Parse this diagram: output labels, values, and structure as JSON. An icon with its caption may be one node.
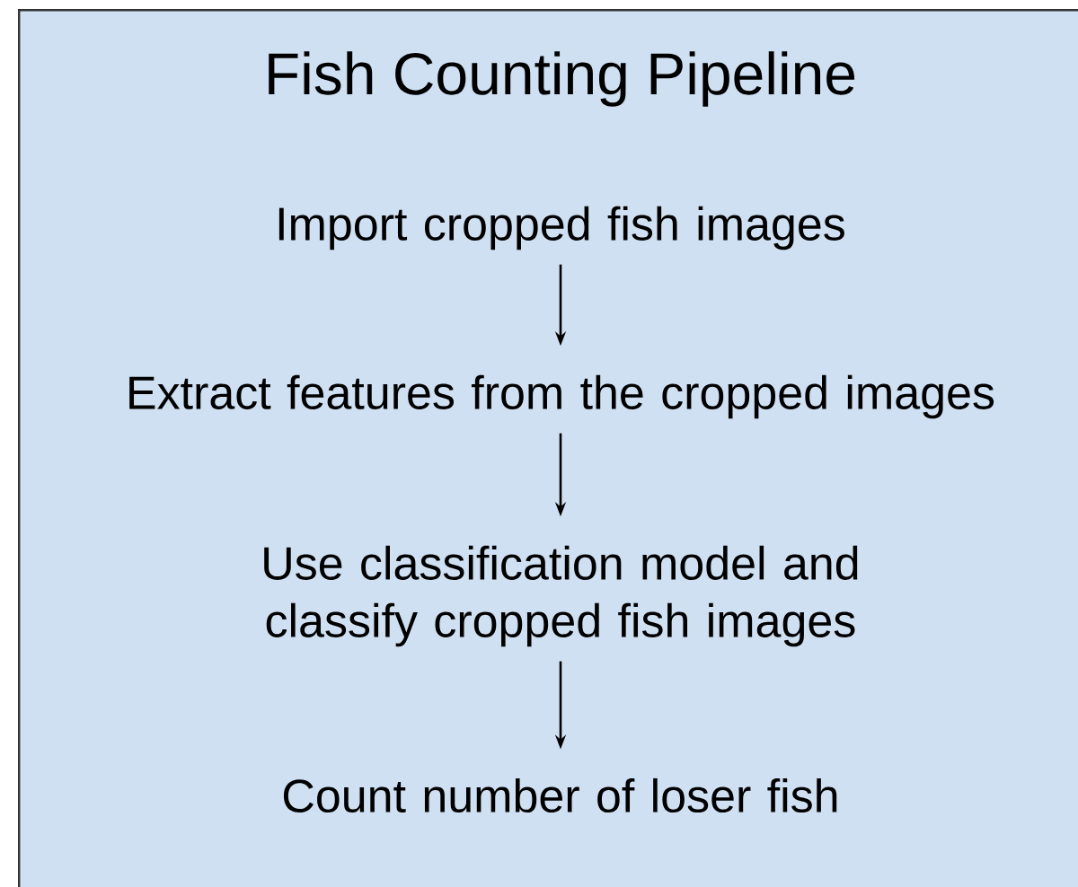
{
  "diagram": {
    "nodes": [
      {
        "text": [
          "Fish Counting Pipeline"
        ]
      },
      {
        "text": [
          "Import cropped fish images"
        ],
        "in": 0
      },
      {
        "text": [
          "Extract features from the cropped images"
        ],
        "in": 0
      },
      {
        "text": [
          "Use classification model and classify cropped fish images"
        ],
        "in": 0
      },
      {
        "text": [
          "Count number of loser fish"
        ],
        "in": 0
      }
    ],
    "edges": [
      {
        "from": 1,
        "to": 2,
        "arrow": "to"
      },
      {
        "from": 2,
        "to": 3,
        "arrow": "to"
      },
      {
        "from": 3,
        "to": 4,
        "arrow": "to"
      }
    ]
  }
}
